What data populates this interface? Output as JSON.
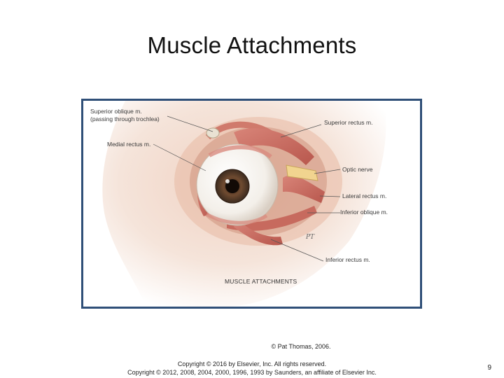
{
  "slide": {
    "title": "Muscle Attachments",
    "photo_credit": "© Pat Thomas, 2006.",
    "copyright_line1": "Copyright © 2016 by Elsevier, Inc. All rights reserved.",
    "copyright_line2": "Copyright © 2012, 2008, 2004, 2000, 1996, 1993 by Saunders, an affiliate of Elsevier Inc.",
    "page_number": "9"
  },
  "figure": {
    "frame_color": "#2f4f78",
    "caption": "MUSCLE ATTACHMENTS",
    "labels": {
      "superior_oblique_1": "Superior oblique m.",
      "superior_oblique_2": "(passing through trochlea)",
      "medial_rectus": "Medial rectus m.",
      "superior_rectus": "Superior rectus m.",
      "optic_nerve": "Optic nerve",
      "lateral_rectus": "Lateral rectus m.",
      "inferior_oblique": "Inferior oblique m.",
      "inferior_rectus": "Inferior rectus m."
    }
  }
}
